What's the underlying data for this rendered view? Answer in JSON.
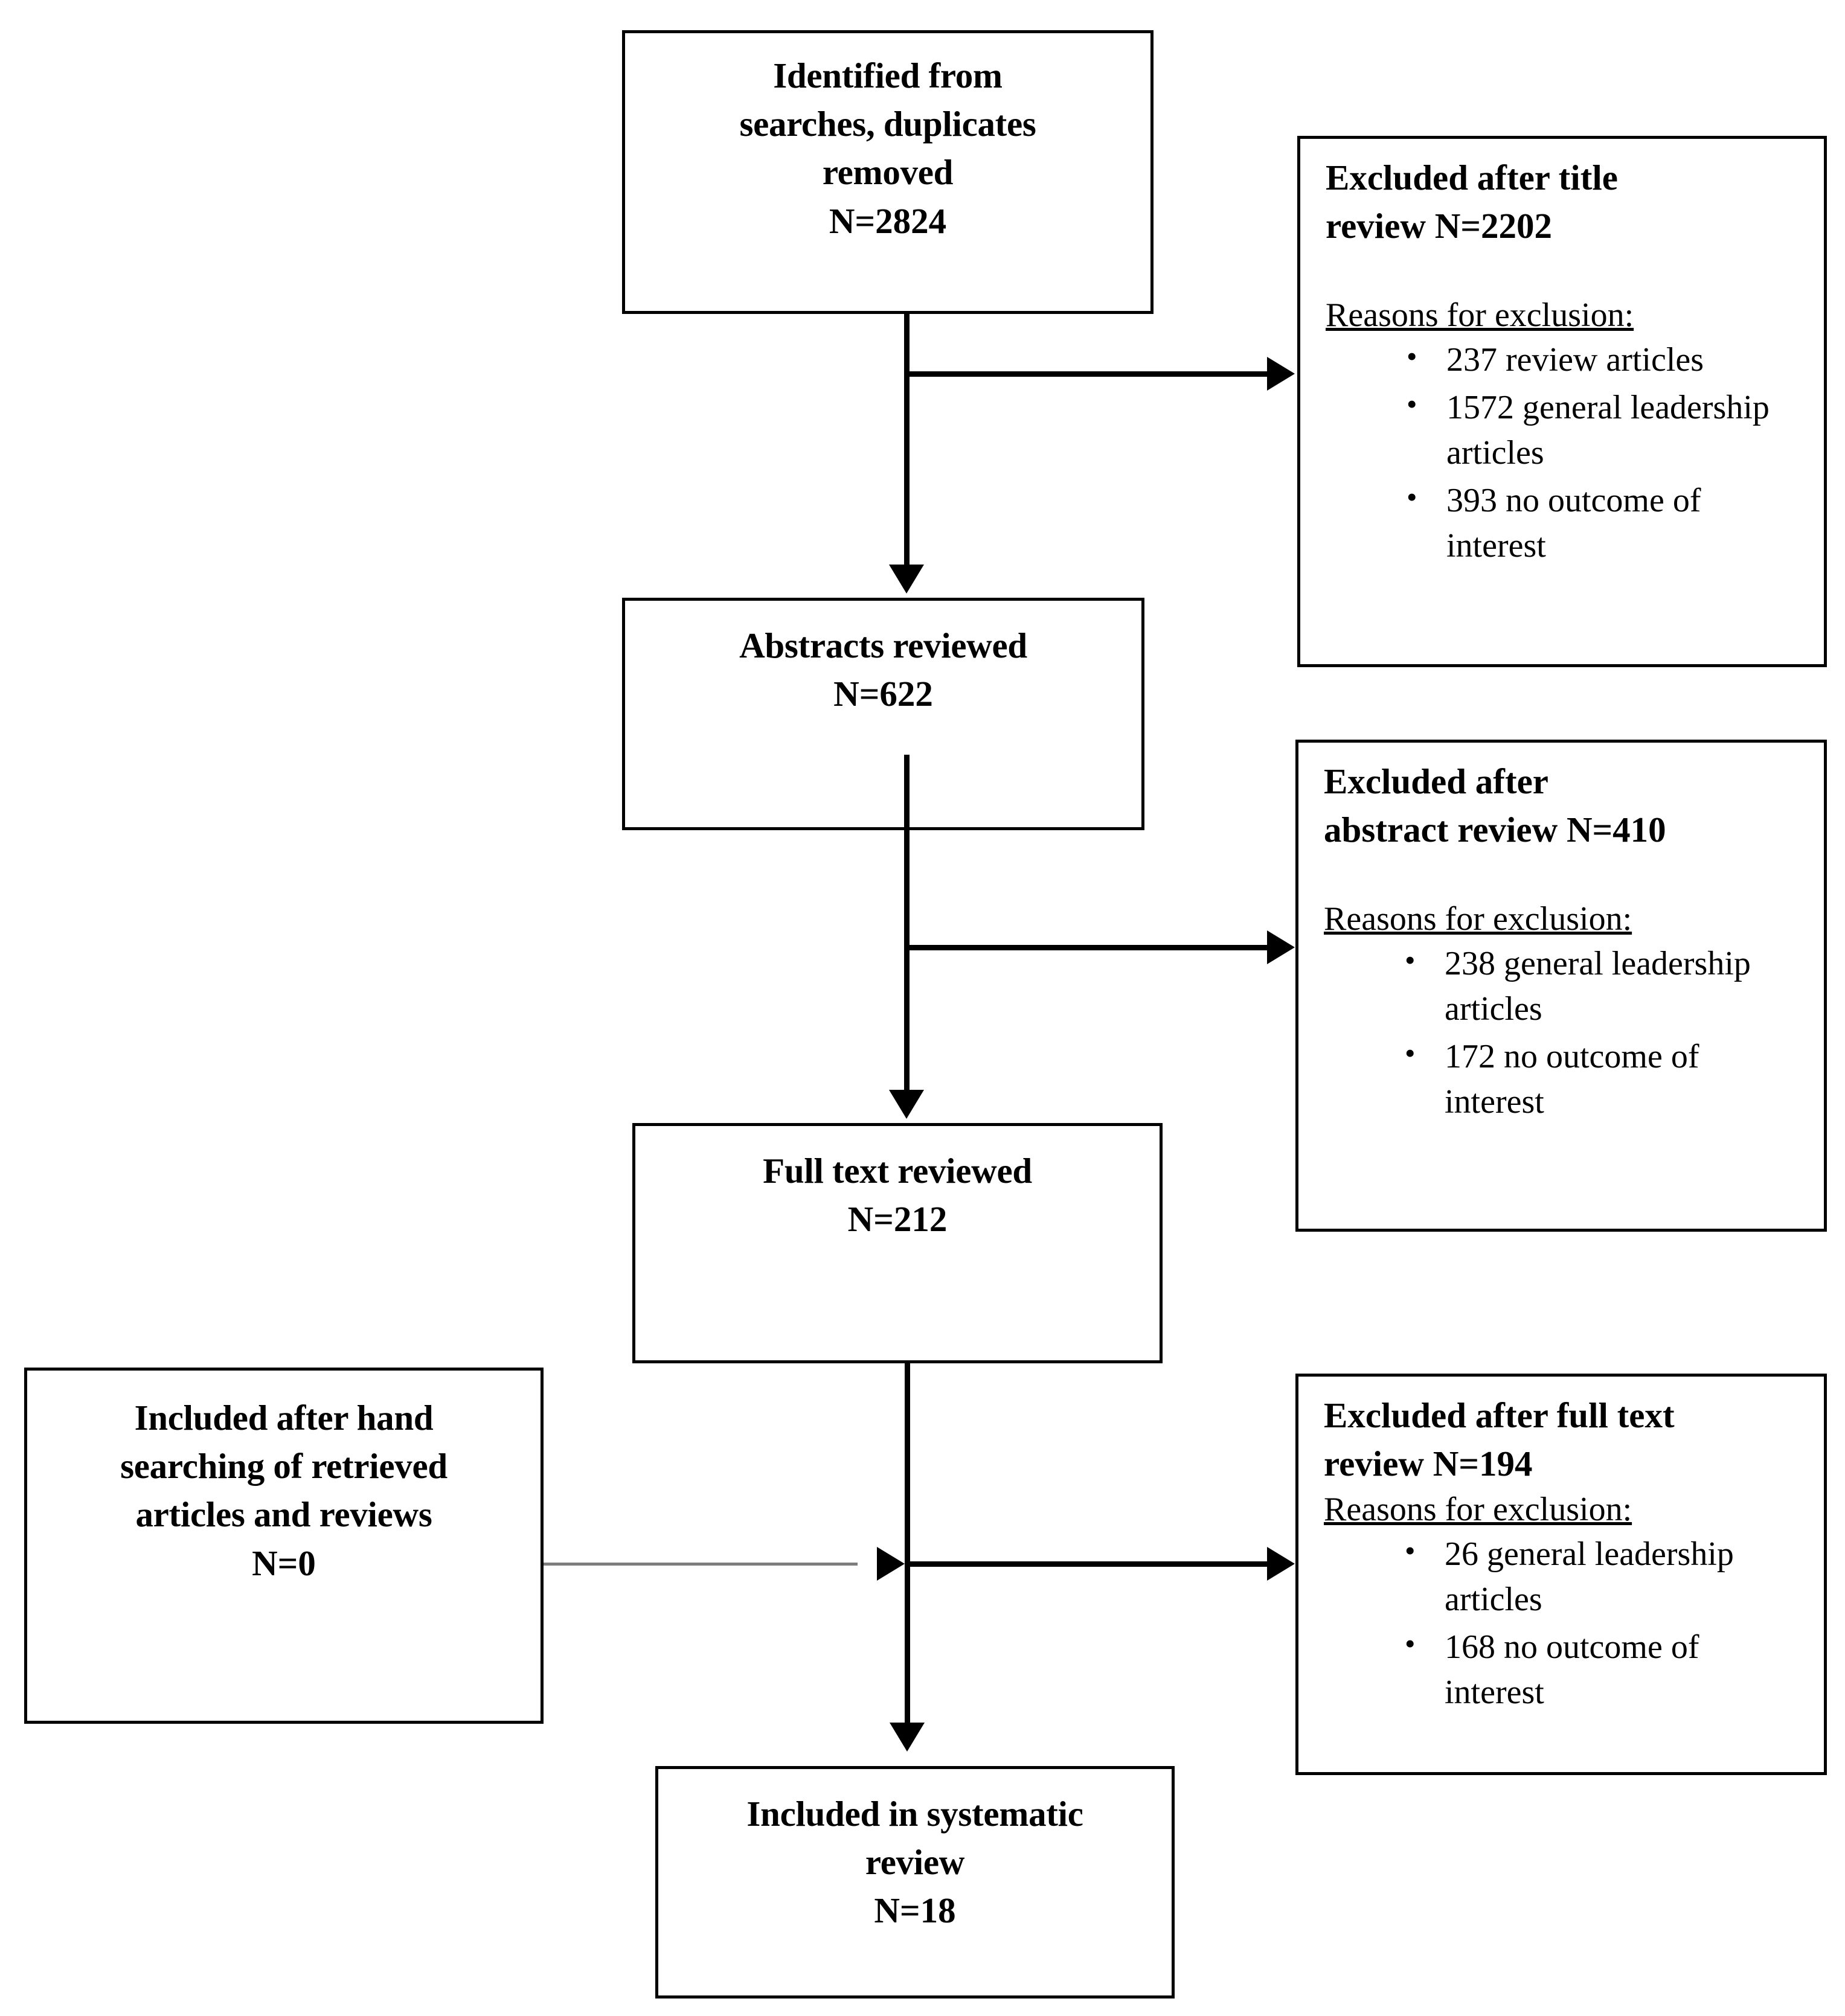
{
  "figure": {
    "type": "prisma-flow-diagram",
    "nodes": {
      "identified": {
        "title_line1": "Identified from",
        "title_line2": "searches, duplicates",
        "title_line3": "removed",
        "count": "N=2824"
      },
      "abstracts": {
        "title": "Abstracts reviewed",
        "count": "N=622"
      },
      "fulltext": {
        "title": "Full text reviewed",
        "count": "N=212"
      },
      "included": {
        "title_line1": "Included in systematic",
        "title_line2": "review",
        "count": "N=18"
      },
      "handsearch": {
        "title_line1": "Included after hand",
        "title_line2": "searching of retrieved",
        "title_line3": "articles and reviews",
        "count": "N=0"
      },
      "excluded_title": {
        "heading_line1": "Excluded after title",
        "heading_line2": "review N=2202",
        "reasons_label": "Reasons for exclusion:",
        "reasons": [
          "237 review articles",
          "1572 general leadership articles",
          "393 no outcome of interest"
        ]
      },
      "excluded_abstract": {
        "heading_line1": "Excluded after",
        "heading_line2": "abstract review N=410",
        "reasons_label": "Reasons for exclusion:",
        "reasons": [
          "238 general leadership articles",
          "172 no outcome of interest"
        ]
      },
      "excluded_fulltext": {
        "heading_line1": "Excluded after full text",
        "heading_line2": "review N=194",
        "reasons_label": "Reasons for exclusion:",
        "reasons": [
          "26 general leadership articles",
          "168 no outcome of interest"
        ]
      }
    },
    "colors": {
      "stroke": "#000000",
      "background": "#ffffff",
      "thin_connector": "#7d7d7d"
    }
  }
}
